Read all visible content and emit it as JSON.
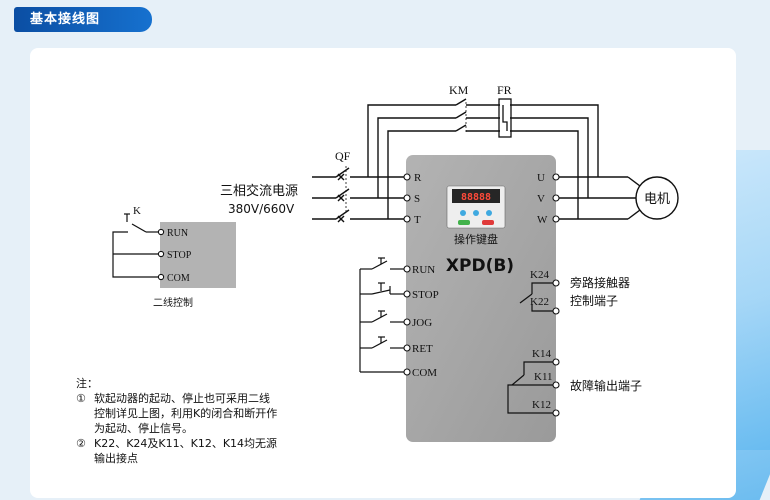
{
  "header": {
    "title": "基本接线图"
  },
  "diagram": {
    "top_labels": {
      "km": "KM",
      "fr": "FR",
      "qf": "QF"
    },
    "power": {
      "line1": "三相交流电源",
      "line2": "380V/660V"
    },
    "device": {
      "keypad_label": "操作键盘",
      "model": "XPD(B)",
      "display": "88888"
    },
    "inputs": [
      "R",
      "S",
      "T"
    ],
    "outputs": [
      "U",
      "V",
      "W"
    ],
    "motor": "电机",
    "controls": [
      "RUN",
      "STOP",
      "JOG",
      "RET",
      "COM"
    ],
    "k24": "K24",
    "k22": "K22",
    "k14": "K14",
    "k11": "K11",
    "k12": "K12",
    "bypass": {
      "line1": "旁路接触器",
      "line2": "控制端子"
    },
    "fault": "故障输出端子",
    "two_wire": {
      "k": "K",
      "terms": [
        "RUN",
        "STOP",
        "COM"
      ],
      "caption": "二线控制"
    }
  },
  "notes": {
    "label": "注：",
    "n1_num": "①",
    "n1_lines": [
      "软起动器的起动、停止也可采用二线",
      "控制详见上图，利用K的闭合和断开作",
      "为起动、停止信号。"
    ],
    "n2_num": "②",
    "n2_lines": [
      "K22、K24及K11、K12、K14均无源",
      "输出接点"
    ]
  }
}
